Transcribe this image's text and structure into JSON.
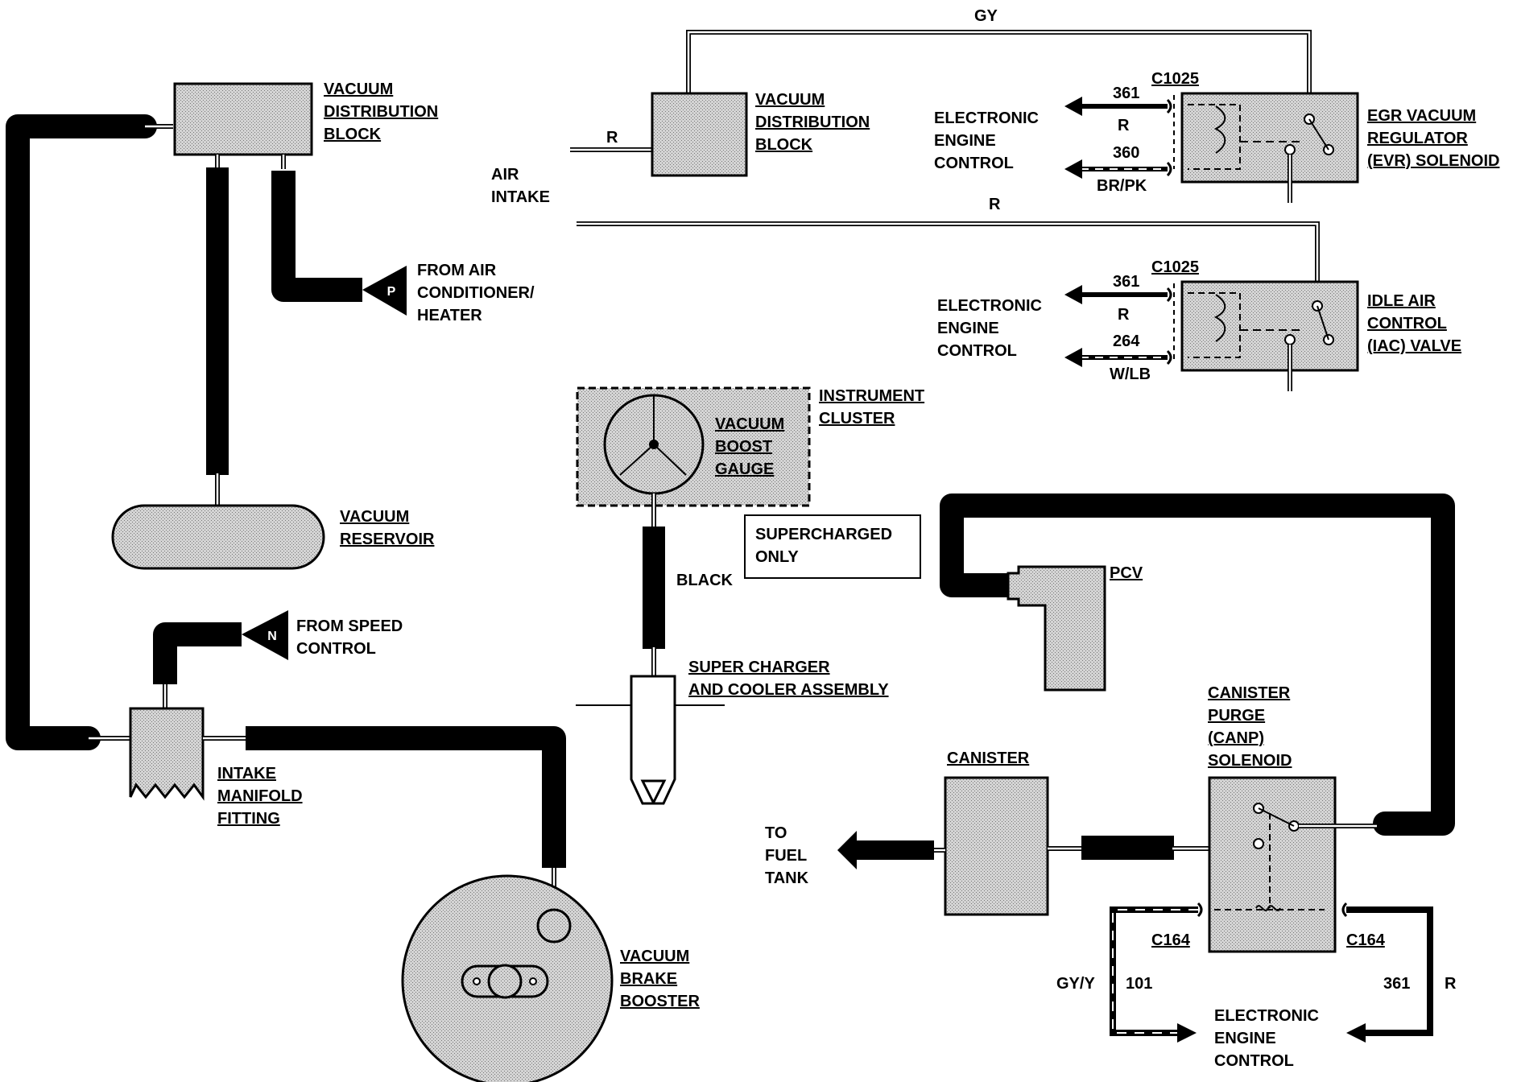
{
  "labels": {
    "gy_top": "GY",
    "vdb_left": [
      "VACUUM",
      "DISTRIBUTION",
      "BLOCK"
    ],
    "vdb_right": [
      "VACUUM",
      "DISTRIBUTION",
      "BLOCK"
    ],
    "r_wire_1": "R",
    "air_intake": [
      "AIR",
      "INTAKE"
    ],
    "r_wire_2": "R",
    "from_ac": [
      "FROM AIR",
      "CONDITIONER/",
      "HEATER"
    ],
    "p_marker": "P",
    "vacuum_reservoir": [
      "VACUUM",
      "RESERVOIR"
    ],
    "from_speed": [
      "FROM SPEED",
      "CONTROL"
    ],
    "n_marker": "N",
    "intake_manifold": [
      "INTAKE",
      "MANIFOLD",
      "FITTING"
    ],
    "instrument_cluster": [
      "INSTRUMENT",
      "CLUSTER"
    ],
    "boost_gauge": [
      "VACUUM",
      "BOOST",
      "GAUGE"
    ],
    "supercharged_only": [
      "SUPERCHARGED",
      "ONLY"
    ],
    "black": "BLACK",
    "supercharger": [
      "SUPER CHARGER",
      "AND COOLER ASSEMBLY"
    ],
    "vacuum_brake_booster": [
      "VACUUM",
      "BRAKE",
      "BOOSTER"
    ],
    "pcv": "PCV",
    "canister": "CANISTER",
    "canp": [
      "CANISTER",
      "PURGE",
      "(CANP)",
      "SOLENOID"
    ],
    "to_fuel_tank": [
      "TO",
      "FUEL",
      "TANK"
    ],
    "evr": {
      "connector": "C1025",
      "eec": [
        "ELECTRONIC",
        "ENGINE",
        "CONTROL"
      ],
      "wire1_num": "361",
      "wire1_color": "R",
      "wire2_num": "360",
      "wire2_color": "BR/PK",
      "title": [
        "EGR VACUUM",
        "REGULATOR",
        "(EVR) SOLENOID"
      ]
    },
    "iac": {
      "connector": "C1025",
      "eec": [
        "ELECTRONIC",
        "ENGINE",
        "CONTROL"
      ],
      "wire1_num": "361",
      "wire1_color": "R",
      "wire2_num": "264",
      "wire2_color": "W/LB",
      "title": [
        "IDLE AIR",
        "CONTROL",
        "(IAC) VALVE"
      ]
    },
    "canp_wiring": {
      "c164_left": "C164",
      "c164_right": "C164",
      "left_color": "GY/Y",
      "left_num": "101",
      "right_num": "361",
      "right_color": "R",
      "eec": [
        "ELECTRONIC",
        "ENGINE",
        "CONTROL"
      ]
    }
  }
}
